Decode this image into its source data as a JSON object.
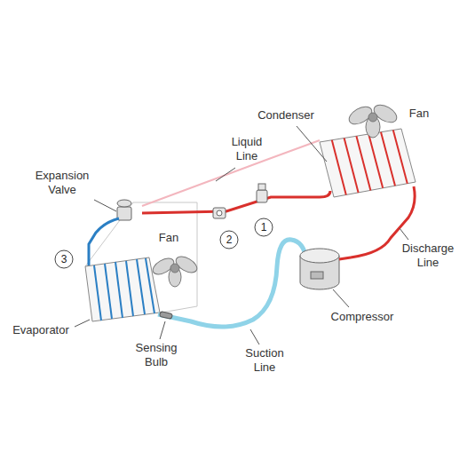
{
  "diagram": {
    "labels": [
      "Condenser",
      "Fan",
      "Liquid Line",
      "Expansion Valve",
      "1",
      "2",
      "Fan",
      "3",
      "Discharge Line",
      "Compressor",
      "Evaporator",
      "Sensing Bulb",
      "Suction Line"
    ]
  }
}
